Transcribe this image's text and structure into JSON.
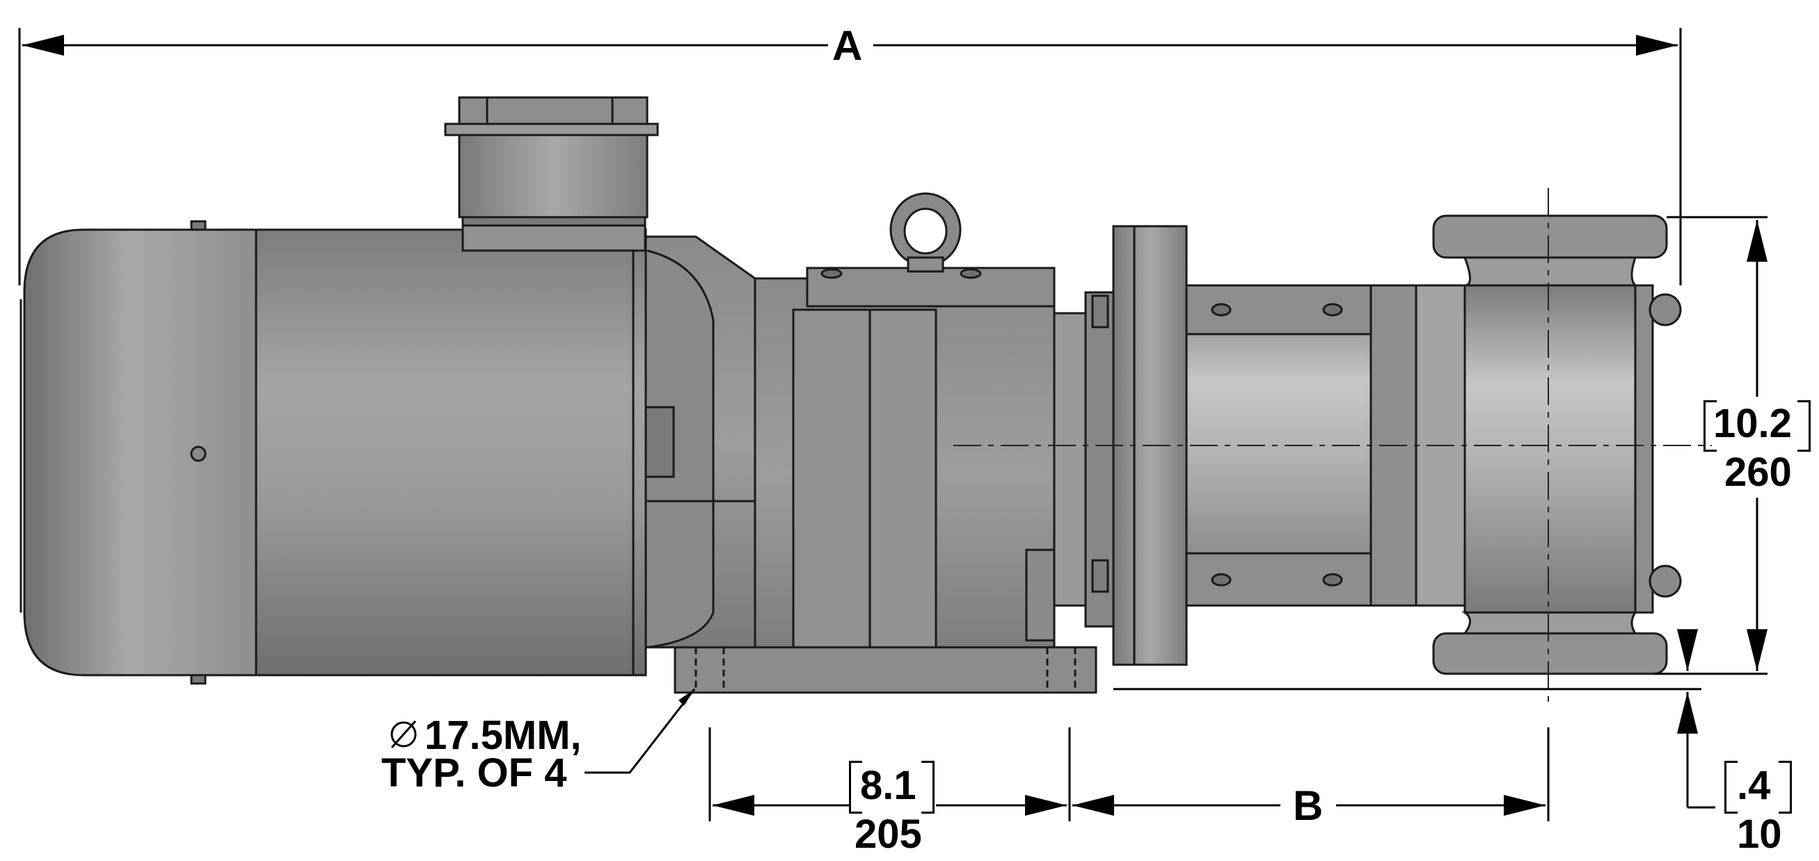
{
  "dimensions": {
    "overall_length": "A",
    "foot_to_port_length": "B",
    "port_height_in": "10.2",
    "port_height_mm": "260",
    "foot_spacing_in": "8.1",
    "foot_spacing_mm": "205",
    "foot_offset_in": ".4",
    "foot_offset_mm": "10",
    "mount_hole_line1": "17.5MM,",
    "mount_hole_line2": "TYP. OF 4"
  },
  "colors": {
    "body": "#8c8c8c",
    "shade": "#6e6e6e",
    "highlight": "#b9b9b9",
    "outline": "#1a1a1a"
  }
}
